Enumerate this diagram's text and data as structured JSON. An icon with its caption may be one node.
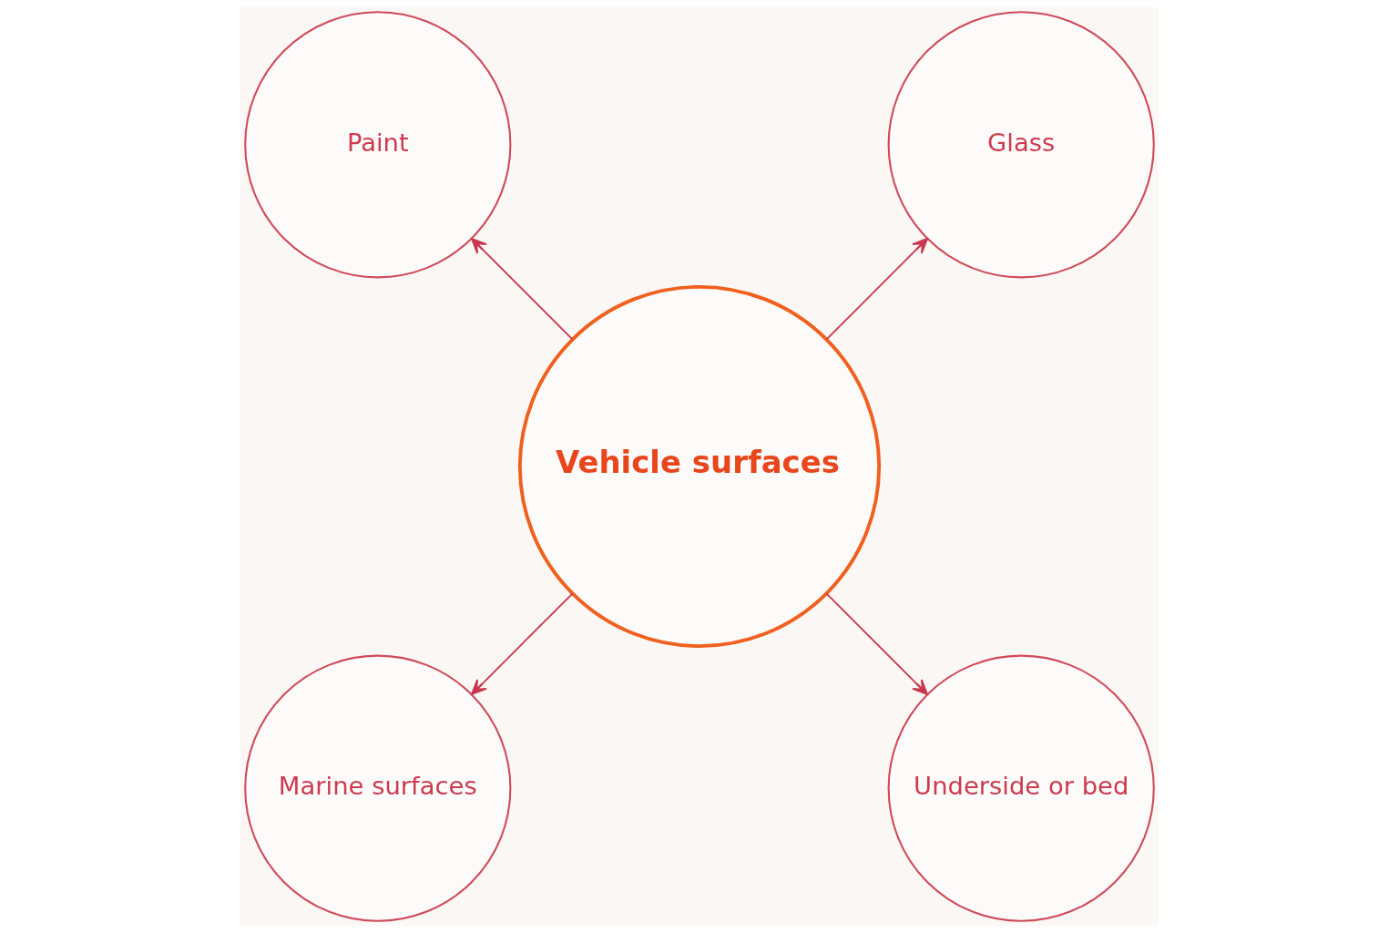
{
  "diagram": {
    "nodes": [
      {
        "text": [
          "Paint"
        ]
      },
      {
        "text": [
          "Glass"
        ]
      },
      {
        "text": [
          "Vehicle surfaces"
        ]
      },
      {
        "text": [
          "Marine surfaces"
        ]
      },
      {
        "text": [
          "Underside or bed"
        ]
      }
    ],
    "edges": [
      {
        "from": 2,
        "to": 0,
        "arrow": "to"
      },
      {
        "from": 2,
        "to": 1,
        "arrow": "to"
      },
      {
        "from": 2,
        "to": 3,
        "arrow": "to"
      },
      {
        "from": 2,
        "to": 4,
        "arrow": "to"
      }
    ]
  }
}
